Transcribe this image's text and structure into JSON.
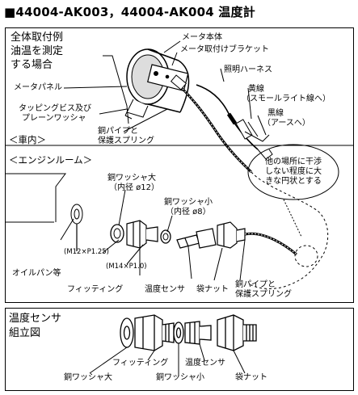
{
  "title": "■44004-AK003，44004-AK004 温度計",
  "vehicle_section": {
    "example_lines": [
      "全体取付例",
      "油温を測定",
      "する場合"
    ],
    "meter_body": "メータ本体",
    "meter_bracket": "メータ取付けブラケット",
    "light_harness": "照明ハーネス",
    "meter_panel": "メータパネル",
    "yellow_wire": [
      "黄線",
      "（スモールライト線へ）"
    ],
    "tapping_screw": [
      "タッピングビス及び",
      "プレーンワッシャ"
    ],
    "black_wire": [
      "黒線",
      "（アースへ）"
    ],
    "copper_pipe": [
      "銅パイプと",
      "保護スプリング"
    ],
    "cabin": "＜車内＞"
  },
  "engine_section": {
    "engine_room": "＜エンジンルーム＞",
    "avoid_note": [
      "他の場所に干渉",
      "しない程度に大",
      "きな円状とする"
    ],
    "washer_large": [
      "銅ワッシャ大",
      "（内径 ø12）"
    ],
    "washer_small": [
      "銅ワッシャ小",
      "（内径 ø8）"
    ],
    "thread_m12": "(M12×P1.25)",
    "thread_m14": "(M14×P1.0)",
    "oil_pan": "オイルパン等",
    "fitting": "フィッティング",
    "temp_sensor": "温度センサ",
    "bag_nut": "袋ナット",
    "copper_pipe": [
      "銅パイプと",
      "保護スプリング"
    ]
  },
  "assembly_section": {
    "title_lines": [
      "温度センサ",
      "組立図"
    ],
    "fitting": "フィッティング",
    "temp_sensor": "温度センサ",
    "washer_large": "銅ワッシャ大",
    "washer_small": "銅ワッシャ小",
    "bag_nut": "袋ナット"
  }
}
